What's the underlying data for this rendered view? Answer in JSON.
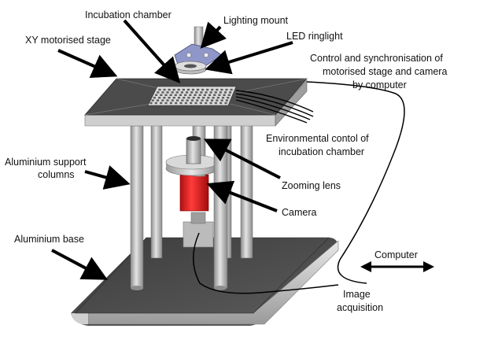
{
  "labels": {
    "incubation_chamber": "Incubation chamber",
    "lighting_mount": "Lighting mount",
    "xy_stage": "XY motorised stage",
    "led_ringlight": "LED ringlight",
    "control_sync_1": "Control and synchronisation of",
    "control_sync_2": "motorised stage and camera",
    "control_sync_3": "by computer",
    "env_control_1": "Environmental contol of",
    "env_control_2": "incubation chamber",
    "support_columns_1": "Aluminium support",
    "support_columns_2": "columns",
    "zooming_lens": "Zooming lens",
    "camera": "Camera",
    "aluminium_base": "Aluminium base",
    "computer": "Computer",
    "image_acq_1": "Image",
    "image_acq_2": "acquisition"
  },
  "colors": {
    "metal_dark": "#4a4a4a",
    "metal_light": "#bdbdbd",
    "camera_red": "#e01b1b",
    "arrow": "#000000"
  }
}
